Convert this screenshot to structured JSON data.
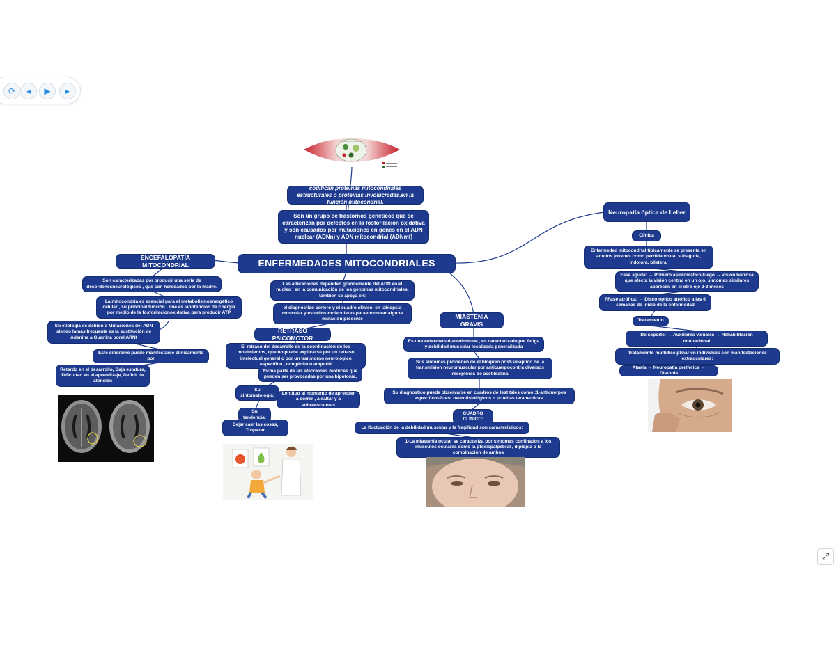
{
  "toolbar": {
    "buttons": [
      {
        "name": "refresh-icon",
        "glyph": "⟳"
      },
      {
        "name": "back-icon",
        "glyph": "◂"
      },
      {
        "name": "play-icon",
        "glyph": "▶"
      },
      {
        "name": "forward-icon",
        "glyph": "▸"
      }
    ],
    "fullscreen_glyph": "⤢"
  },
  "colors": {
    "node": "#1d3a8f",
    "link": "#1d3a8f",
    "text": "#ffffff"
  },
  "map": {
    "root": "ENFERMEDADES MITOCONDRIALES",
    "top_italic": "codifican proteínas mitocondriales estructurales o proteínas involucradas.en la función mitocondrial.",
    "definition": "Son un grupo de trastornos genéticos que se caracterizan por defectos en la fosforilación oxidativa y son causados por mutaciones en genes en el ADN nuclear (ADNn) y ADN mitocondrial (ADNmt)",
    "alteraciones": "Las alteraciones dependen grandemente del ADN en el nucleo , en la comunicación de los genomas mitocondriales, tambien se apoya en:",
    "diagnostico": "el diagnostico certero y el cuadro clinico, en labiopsia muscular y estudios moleculares paraencontrar alguna mutación presente",
    "encefalopatia": {
      "title": "ENCEFALOPATÍA MITOCONDRIAL",
      "n1": "Son caracterizadas por producir una serie de desordenesneurológicos , que son heredados por la madre.",
      "n2": "La mitocondria es esencial para el metabolismoenergético celular , su principal función , que es laobtención de Energía por medio de la fosforilacionoxidativa para producir ATP",
      "n3": "Su etiología es debido a Mutaciones del ADN siendo lamás frecuente es la sustitución de Adenina a Guanina porel ARNt",
      "n4": "Este síndrome puede manifestarse clinicamente por",
      "n5": "Retardo en el desarrollo, Baja estatura, Dificultad en el aprendizaje, Deficit de atención"
    },
    "retraso": {
      "title": "RETRASO PSICOMOTOR",
      "n1": "El retraso del desarrollo de la coordinación de los movimientos, que no puede explicarse por un retraso intelectual general o por un transtorno neurológico específico , congénito o adquirid",
      "n2": "forma parte de las afecciones motrices que pueden ser provocadas por una hipotonía.",
      "sint": "Su sintomatología:",
      "n3": "Lentitud al momento de aprender a correr , a saltar y a sobreescaleras",
      "tend": "Su tendencia:",
      "n4": "Dejar caer las cosas, Tropezar"
    },
    "miastenia": {
      "title": "MIASTENIA GRAVIS",
      "n1": "Es una enfermedad autoinmune , es caracterizada por fatiga y debilidad muscular localizada generalizada",
      "n2": "Sus sintomas provienen de el bloqueo post-sinaptico de la transmision neuromuscular por anticuerpocontra diversos receptores de acetilcolina",
      "n3": "Su diagnostico puede observarse en cuadros de test tales como :1-anticuerpos especificos2-test neurofisiológicos o pruebas terapeuticas.",
      "cuadro": "CUADRO CLÍNICO:",
      "n4": "La fluctuación de la debilidad muscular y la fragilidad son característicos:",
      "n5": "1-La miastenia ocular se caracteriza por síntomas confinados a los musculos oculares como la ptosispalpebral , diplopía o la combinación de ambos"
    },
    "leber": {
      "title": "Neuropatía óptica de Leber",
      "clinica": "Clínica",
      "n1": "Enfermedad mitocondrial típicamente se presenta en adultos jóvenes como perdida visual subaguda, indolora, bilateral",
      "n2": "Fase aguda: → Primero asintomático luego → visión borrosa que afecta la visión central en un ojo, síntomas similares aparecen en el otro ojo 2-3 meses",
      "n3": "FFase atrófica: → Disco óptico atrófico a las 6 semanas de inicio de la enfermedad",
      "tratamiento": "Tratamiento",
      "n4": "De soporte: → Auxiliares visuales → Rehabilitación ocupacional",
      "n5": "Tratamiento multidisciplinar en individuos con manifestaciones extraoculares:",
      "n6": "Ataxia → Neuropatía periférica → Distonía"
    }
  }
}
